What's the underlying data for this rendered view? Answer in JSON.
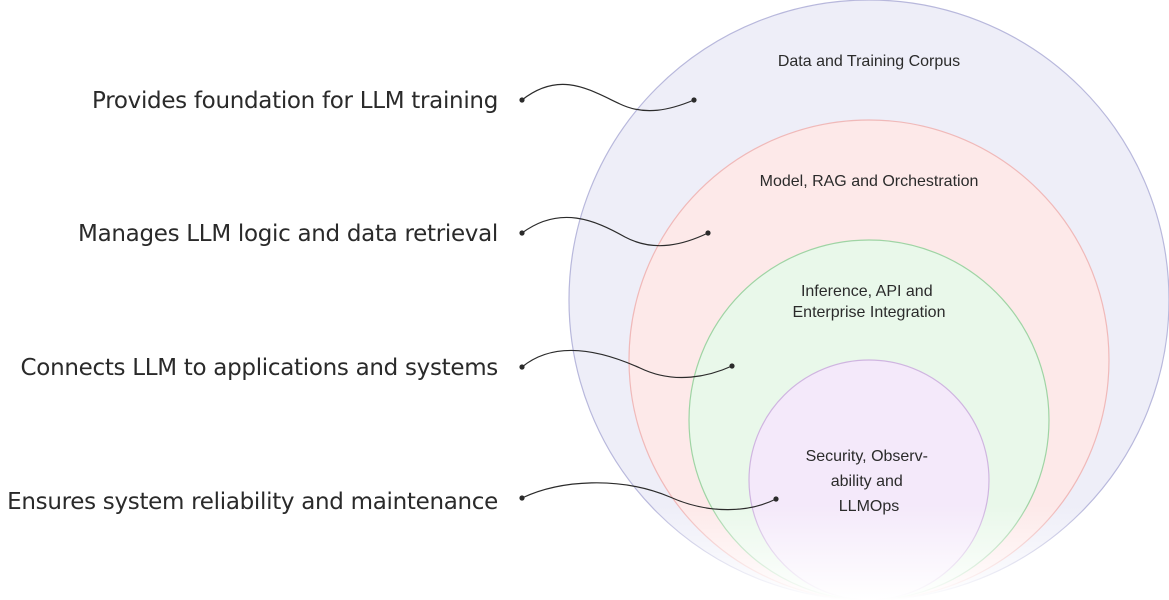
{
  "layers": [
    {
      "name_lines": [
        "Data and Training Corpus"
      ],
      "description": "Provides foundation for LLM training",
      "fill": "#eeeef8",
      "stroke": "#b8b8dc"
    },
    {
      "name_lines": [
        "Model, RAG and Orchestration"
      ],
      "description": "Manages LLM logic and data retrieval",
      "fill": "#fde9e9",
      "stroke": "#f0b9b9"
    },
    {
      "name_lines": [
        "Inference, API and",
        "Enterprise Integration"
      ],
      "description": "Connects LLM to applications and systems",
      "fill": "#e9f8ea",
      "stroke": "#9fd4a4"
    },
    {
      "name_lines": [
        "Security, Observ-",
        "ability and",
        "LLMOps"
      ],
      "description": "Ensures system reliability and maintenance",
      "fill": "#f4e9fa",
      "stroke": "#cfb5e0"
    }
  ]
}
